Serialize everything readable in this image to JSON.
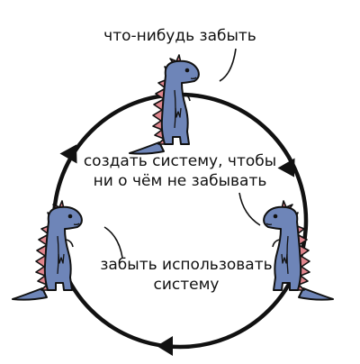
{
  "diagram": {
    "type": "cycle",
    "captions": {
      "top": "что-нибудь забыть",
      "center": [
        "создать систему, чтобы",
        "ни о чём не забывать"
      ],
      "bottom": [
        "забыть использовать",
        "систему"
      ]
    },
    "colors": {
      "dino_body": "#6e85b8",
      "dino_spikes": "#e0858d",
      "outline": "#111111",
      "background": "#ffffff"
    }
  }
}
